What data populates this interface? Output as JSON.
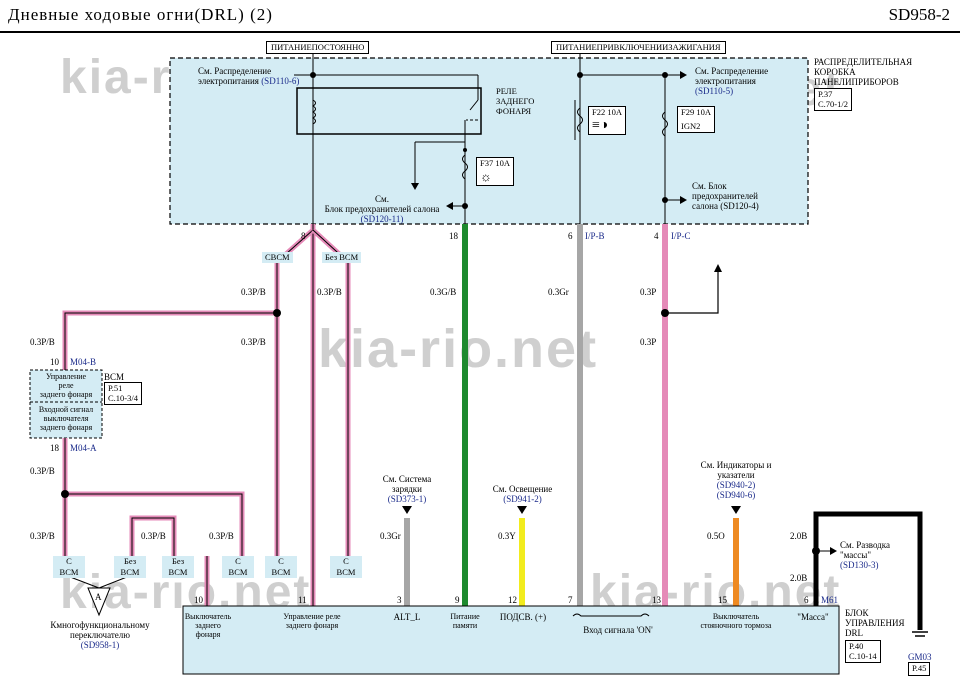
{
  "header": {
    "title": "Дневные  ходовые  огни(DRL) (2)",
    "code": "SD958-2"
  },
  "watermark": "kia-rio.net",
  "power": {
    "always": "ПИТАНИЕПОСТОЯННО",
    "ignition": "ПИТАНИЕПРИВКЛЮЧЕНИИЗАЖИГАНИЯ"
  },
  "junction_box": {
    "label_lines": [
      "РАСПРЕДЕЛИТЕЛЬНАЯ",
      "КОРОБКА",
      "ПАНЕЛИПРИБОРОВ"
    ],
    "ref": [
      "P.37",
      "C.70-1/2"
    ]
  },
  "refs": {
    "dist1": [
      "См. Распределение",
      "электропитания",
      "(SD110-6)"
    ],
    "dist2": [
      "См. Распределение",
      "электропитания",
      "(SD110-5)"
    ],
    "fuse_block1": [
      "См.",
      "Блок предохранителей  салона",
      "(SD120-11)"
    ],
    "fuse_block2": [
      "См. Блок",
      "предохранителей",
      "салона  (SD120-4)"
    ],
    "charging": [
      "См. Система",
      "зарядки",
      "(SD373-1)"
    ],
    "lighting": [
      "См. Освещение",
      "(SD941-2)"
    ],
    "indicators": [
      "См. Индикаторы  и",
      "указатели",
      "(SD940-2)",
      "(SD940-6)"
    ],
    "ground": [
      "См. Разводка",
      "\"массы\"",
      "(SD130-3)"
    ],
    "multifunc": [
      "Кмногофункциональному",
      "переключателю",
      "(SD958-1)"
    ]
  },
  "relay_label": [
    "РЕЛЕ",
    "ЗАДНЕГО",
    "ФОНАРЯ"
  ],
  "fuses": {
    "f22": "F22  10A",
    "f29": "F29  10A",
    "f29_sub": "IGN2",
    "f37": "F37  10A"
  },
  "junction_pins": {
    "p8": "8",
    "p18": "18",
    "p6": "6",
    "p6_conn": "I/P-B",
    "p4": "4",
    "p4_conn": "I/P-C"
  },
  "tabs": {
    "with_bcm": "СBCM",
    "without_bcm": "Без BCM"
  },
  "wires": {
    "w1": "0.3P/B",
    "w2": "0.3P/B",
    "w3": "0.3P/B",
    "w4": "0.3P/B",
    "w5": "0.3P/B",
    "w6": "0.3P/B",
    "w7": "0.3P/B",
    "w8": "0.3P/B",
    "green": "0.3G/B",
    "gray": "0.3Gr",
    "pink_a": "0.3P",
    "pink_b": "0.3P",
    "alt": "0.3Gr",
    "yellow": "0.3Y",
    "orange": "0.5O",
    "black_a": "2.0B",
    "black_b": "2.0B"
  },
  "bcm": {
    "pin10": "10",
    "conn_b": "M04-B",
    "pin18": "18",
    "conn_a": "M04-A",
    "label": "BCM",
    "ref": [
      "P.51",
      "C.10-3/4"
    ],
    "lines1": [
      "Управление",
      "реле",
      "заднего фонаря"
    ],
    "lines2": [
      "Входной сигнал",
      "выключателя",
      "заднего фонаря"
    ]
  },
  "option_tabs": [
    {
      "l1": "С",
      "l2": "BCM"
    },
    {
      "l1": "Без",
      "l2": "BCM"
    },
    {
      "l1": "Без",
      "l2": "BCM"
    },
    {
      "l1": "С",
      "l2": "BCM"
    },
    {
      "l1": "С",
      "l2": "BCM"
    },
    {
      "l1": "С",
      "l2": "BCM"
    }
  ],
  "drl_unit": {
    "label": [
      "БЛОК",
      "УПРАВЛЕНИЯ",
      "DRL"
    ],
    "ref": [
      "P.40",
      "C.10-14"
    ],
    "conn": "M61",
    "pins": [
      {
        "num": "10",
        "label": [
          "Выключатель",
          "заднего",
          "фонаря"
        ]
      },
      {
        "num": "11",
        "label": [
          "Управление  реле",
          "заднего фонаря"
        ]
      },
      {
        "num": "3",
        "label": [
          "ALT_L"
        ]
      },
      {
        "num": "9",
        "label": [
          "Питание",
          "памяти"
        ]
      },
      {
        "num": "12",
        "label": [
          "ПОДСВ. (+)"
        ]
      },
      {
        "num": "7",
        "label": []
      },
      {
        "num": "13",
        "label": []
      },
      {
        "num": "15",
        "label": [
          "Выключатель",
          "стояночного тормоза"
        ]
      },
      {
        "num": "6",
        "label": [
          "\"Масса\""
        ]
      }
    ],
    "on_signal": "Вход сигнала  'ON'"
  },
  "connector_a": "A",
  "ground": {
    "code": "GM03",
    "ref": "P.45"
  },
  "colors": {
    "pink": "#e58ab8",
    "green": "#1d8a2e",
    "gray": "#a6a6a6",
    "yellow": "#f2ec1e",
    "orange": "#ee8a22",
    "black": "#000000",
    "box_fill": "#d4ecf4"
  }
}
